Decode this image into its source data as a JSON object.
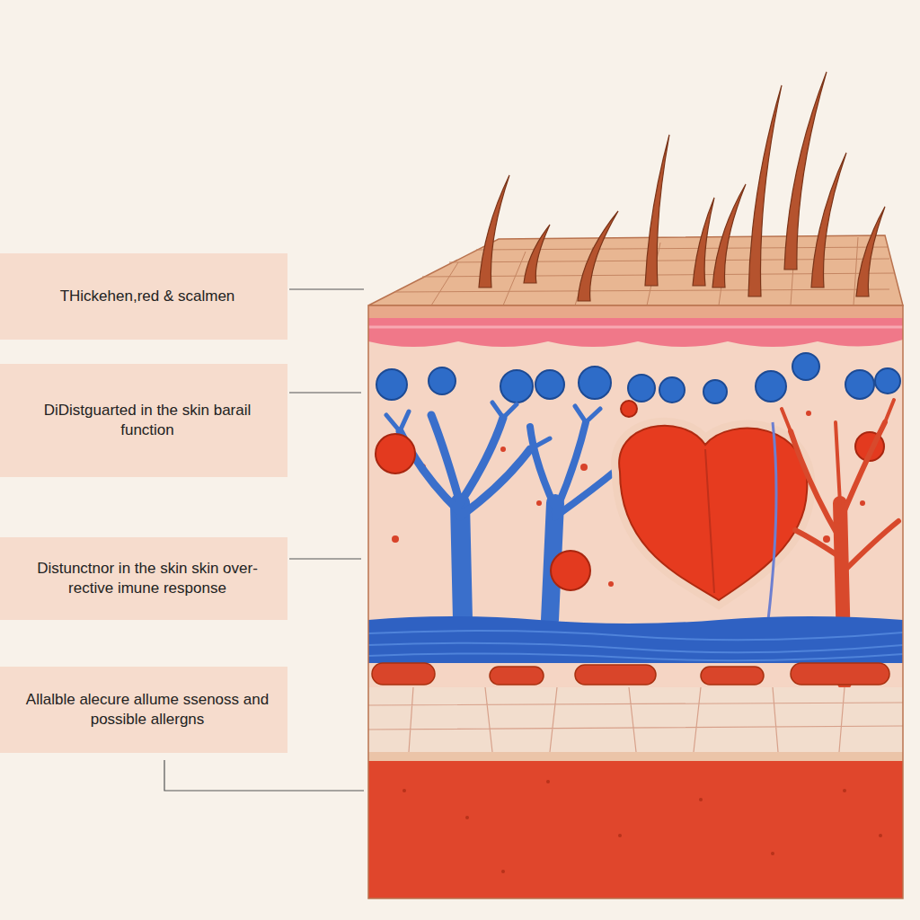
{
  "diagram": {
    "nodes": [
      {
        "text": [
          "THickehen,red & scalmen"
        ]
      },
      {
        "text": [
          "DiDistguarted in the skin barail function"
        ]
      },
      {
        "text": [
          "Distunctnor in the skin skin over-rective imune response"
        ]
      },
      {
        "text": [
          "Allalble alecure allume ssenoss and possible allergns"
        ]
      }
    ]
  }
}
